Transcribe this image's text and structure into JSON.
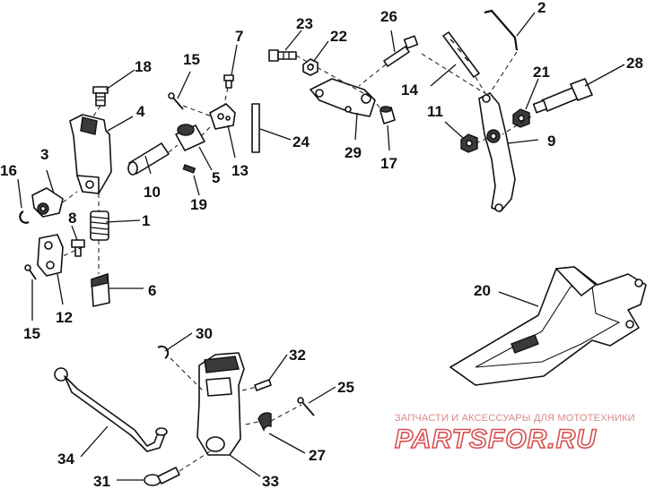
{
  "callouts": {
    "c1": "1",
    "c2": "2",
    "c3": "3",
    "c4": "4",
    "c5": "5",
    "c6": "6",
    "c7": "7",
    "c8": "8",
    "c9": "9",
    "c10": "10",
    "c11": "11",
    "c12": "12",
    "c13": "13",
    "c14": "14",
    "c15a": "15",
    "c15b": "15",
    "c16": "16",
    "c17": "17",
    "c18": "18",
    "c19": "19",
    "c20": "20",
    "c21": "21",
    "c22": "22",
    "c23": "23",
    "c24": "24",
    "c25": "25",
    "c26": "26",
    "c27": "27",
    "c28": "28",
    "c29": "29",
    "c30": "30",
    "c31": "31",
    "c32": "32",
    "c33": "33",
    "c34": "34"
  },
  "watermark": {
    "caption": "ЗАПЧАСТИ И АКСЕССУАРЫ ДЛЯ МОТОТЕХНИКИ",
    "logo": "PARTSFOR.RU"
  }
}
